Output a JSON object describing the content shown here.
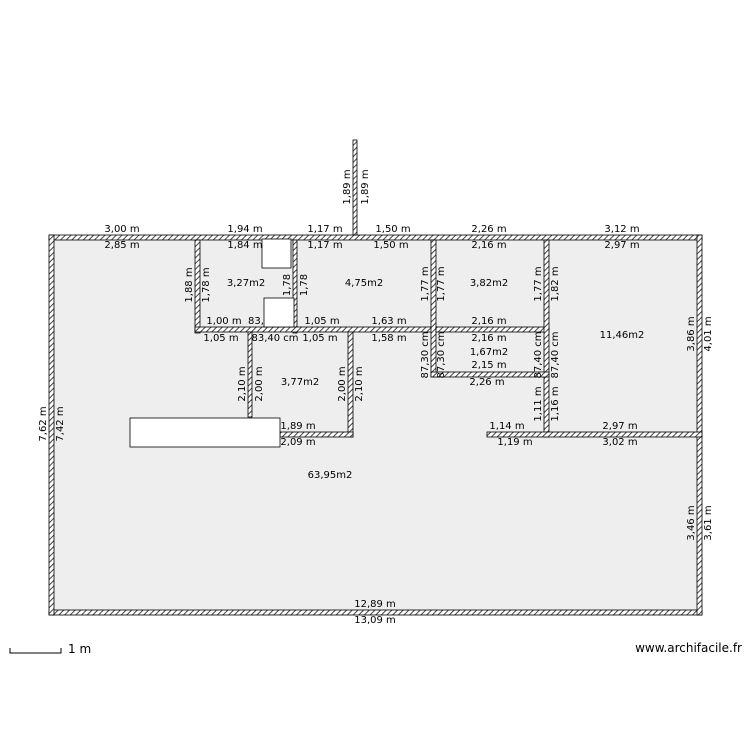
{
  "brand": "www.archifacile.fr",
  "scale": {
    "label": "1 m"
  },
  "colors": {
    "floor": "#eeeeef",
    "wall": "#000000",
    "hatch": "#444444",
    "fixture": "#ffffff"
  },
  "labels": {
    "area_main": "63,95m2",
    "area_bedroom": "11,46m2",
    "area_room1": "3,27m2",
    "area_room2": "4,75m2",
    "area_room3": "3,82m2",
    "area_small": "1,67m2",
    "area_corridor": "3,77m2",
    "top_seg1_out": "3,00 m",
    "top_seg1_in": "2,85 m",
    "top_seg2_out": "1,94 m",
    "top_seg2_in": "1,84 m",
    "top_seg3_out": "1,17 m",
    "top_seg3_in": "1,17 m",
    "top_seg4_out": "1,50 m",
    "top_seg4_in": "1,50 m",
    "top_seg5_out": "2,26 m",
    "top_seg5_in": "2,16 m",
    "top_seg6_out": "3,12 m",
    "top_seg6_in": "2,97 m",
    "antenna_a": "1,89 m",
    "antenna_b": "1,89 m",
    "left_out": "7,62 m",
    "left_in": "7,42 m",
    "bottom_in": "12,89 m",
    "bottom_out": "13,09 m",
    "right_top_in": "3,86 m",
    "right_top_out": "4,01 m",
    "right_bot_in": "3,46 m",
    "right_bot_out": "3,61 m",
    "r1_left_out": "1,88 m",
    "r1_left_in": "1,78 m",
    "r1_right_a": "1,78",
    "r1_right_b": "1,78",
    "r1_bottom_in": "1,00 m",
    "r1_bottom_mid": "83,",
    "r1_bottom_out": "1,05 m",
    "cm_83_40": "83,40 cm",
    "r2_bottom_in": "1,05 m",
    "r2_bottom_in2": "1,63 m",
    "r2_bottom_out1": "1,05 m",
    "r2_bottom_out2": "1,58 m",
    "r2_right_a": "1,77 m",
    "r2_right_b": "1,77 m",
    "r3_bottom": "2,16 m",
    "r3_right_a": "1,77 m",
    "r3_right_b": "1,82 m",
    "small_top": "2,16 m",
    "small_bottom_in": "2,15 m",
    "small_bottom_out": "2,26 m",
    "small_left_a": "87,30 cm",
    "small_left_b": "87,30 cm",
    "small_right_a": "87,40 cm",
    "small_right_b": "87,40 cm",
    "cor_left_a": "2,10 m",
    "cor_left_b": "2,00 m",
    "cor_right_a": "2,00 m",
    "cor_right_b": "2,10 m",
    "cor_bottom_in": "1,89 m",
    "cor_bottom_out": "2,09 m",
    "bed_left_a": "1,11 m",
    "bed_left_b": "1,16 m",
    "bed_bottom_in1": "1,14 m",
    "bed_bottom_out1": "1,19 m",
    "bed_bottom_in2": "2,97 m",
    "bed_bottom_out2": "3,02 m"
  }
}
